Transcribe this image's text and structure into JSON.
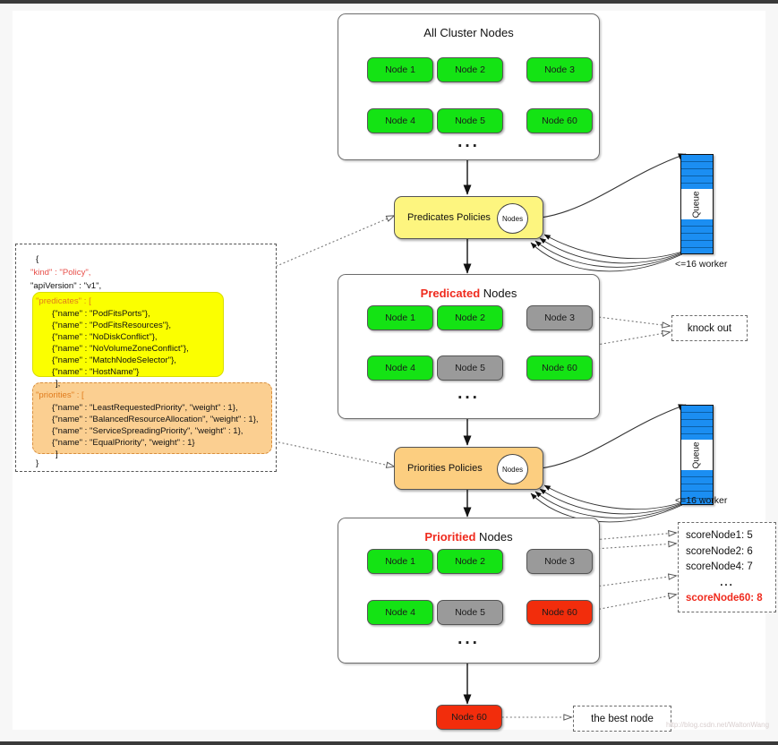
{
  "diagram": {
    "title_top": "All Cluster Nodes",
    "panels": [
      {
        "id": "all-cluster-nodes",
        "title_plain": "All Cluster Nodes",
        "title_accent": "",
        "title_rest": "",
        "ellipsis": "...",
        "nodes": [
          {
            "label": "Node 1",
            "state": "green"
          },
          {
            "label": "Node 2",
            "state": "green"
          },
          {
            "label": "Node 3",
            "state": "green"
          },
          {
            "label": "Node 4",
            "state": "green"
          },
          {
            "label": "Node 5",
            "state": "green"
          },
          {
            "label": "Node 60",
            "state": "green"
          }
        ]
      },
      {
        "id": "predicated-nodes",
        "title_plain": "",
        "title_accent": "Predicated",
        "title_rest": " Nodes",
        "ellipsis": "...",
        "nodes": [
          {
            "label": "Node 1",
            "state": "green"
          },
          {
            "label": "Node 2",
            "state": "green"
          },
          {
            "label": "Node 3",
            "state": "gray"
          },
          {
            "label": "Node 4",
            "state": "green"
          },
          {
            "label": "Node 5",
            "state": "gray"
          },
          {
            "label": "Node 60",
            "state": "green"
          }
        ]
      },
      {
        "id": "prioritied-nodes",
        "title_plain": "",
        "title_accent": "Prioritied",
        "title_rest": " Nodes",
        "ellipsis": "...",
        "nodes": [
          {
            "label": "Node 1",
            "state": "green"
          },
          {
            "label": "Node 2",
            "state": "green"
          },
          {
            "label": "Node 3",
            "state": "gray"
          },
          {
            "label": "Node 4",
            "state": "green"
          },
          {
            "label": "Node 5",
            "state": "gray"
          },
          {
            "label": "Node 60",
            "state": "red"
          }
        ]
      }
    ],
    "policies": {
      "predicates": {
        "label": "Predicates Policies",
        "circle_label": "Nodes"
      },
      "priorities": {
        "label": "Priorities Policies",
        "circle_label": "Nodes"
      }
    },
    "queues": [
      {
        "id": "queue-top",
        "label": "Queue",
        "worker_label": "<=16 worker"
      },
      {
        "id": "queue-bottom",
        "label": "Queue",
        "worker_label": "<=16 worker"
      }
    ],
    "callouts": {
      "knock_out": "knock out",
      "best_node": "the best node"
    },
    "scores": {
      "lines": [
        {
          "text": "scoreNode1: 5",
          "highlight": false
        },
        {
          "text": "scoreNode2: 6",
          "highlight": false
        },
        {
          "text": "scoreNode4: 7",
          "highlight": false
        }
      ],
      "ellipsis": "...",
      "winner": "scoreNode60: 8"
    },
    "final_node": {
      "label": "Node 60",
      "state": "red"
    },
    "policy_json": {
      "lines": [
        {
          "text": "{",
          "class": "plain"
        },
        {
          "text": "\"kind\" : \"Policy\",",
          "class": "red-key"
        },
        {
          "text": "\"apiVersion\" : \"v1\",",
          "class": "plain"
        },
        {
          "text": "\"predicates\" : [",
          "class": "orange-key"
        },
        {
          "text": "{\"name\" : \"PodFitsPorts\"},",
          "class": "plain"
        },
        {
          "text": "{\"name\" : \"PodFitsResources\"},",
          "class": "plain"
        },
        {
          "text": "{\"name\" : \"NoDiskConflict\"},",
          "class": "plain"
        },
        {
          "text": "{\"name\" : \"NoVolumeZoneConflict\"},",
          "class": "plain"
        },
        {
          "text": "{\"name\" : \"MatchNodeSelector\"},",
          "class": "plain"
        },
        {
          "text": "{\"name\" : \"HostName\"}",
          "class": "plain"
        },
        {
          "text": "],",
          "class": "plain"
        },
        {
          "text": "\"priorities\" : [",
          "class": "orange-key"
        },
        {
          "text": "{\"name\" : \"LeastRequestedPriority\", \"weight\" : 1},",
          "class": "plain"
        },
        {
          "text": "{\"name\" : \"BalancedResourceAllocation\", \"weight\" : 1},",
          "class": "plain"
        },
        {
          "text": "{\"name\" : \"ServiceSpreadingPriority\", \"weight\" : 1},",
          "class": "plain"
        },
        {
          "text": "{\"name\" : \"EqualPriority\", \"weight\" : 1}",
          "class": "plain"
        },
        {
          "text": "]",
          "class": "plain"
        },
        {
          "text": "}",
          "class": "plain"
        }
      ]
    },
    "watermark": "http://blog.csdn.net/WaltonWang",
    "colors": {
      "node_green": "#14e314",
      "node_gray": "#9a9a9a",
      "node_red": "#f22d0c",
      "queue_blue": "#1b8ef2",
      "predicates_yellow": "#fdf57f",
      "priorities_orange": "#fcce80",
      "accent_red": "#ef2a1d",
      "highlight_yellow": "#fbff00",
      "highlight_orange": "#fbcf91"
    }
  }
}
